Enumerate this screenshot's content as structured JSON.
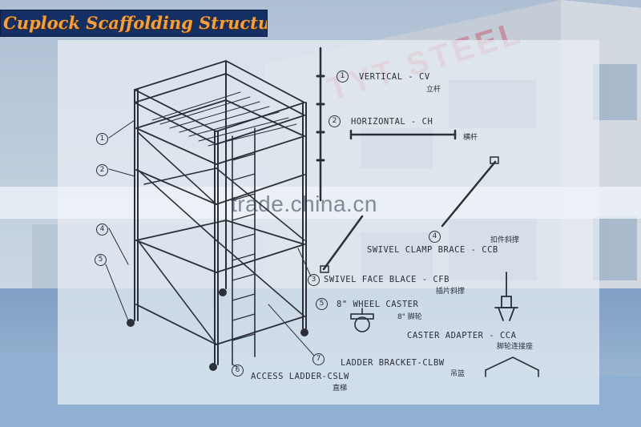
{
  "header": {
    "title": "Cuplock Scaffolding Structure"
  },
  "background": {
    "building_sign": "TYT STEEL"
  },
  "watermark": {
    "text": "trade.china.cn"
  },
  "components": [
    {
      "number": "1",
      "label": "VERTICAL - CV",
      "chinese": "立杆"
    },
    {
      "number": "2",
      "label": "HORIZONTAL - CH",
      "chinese": "横杆"
    },
    {
      "number": "3",
      "label": "SWIVEL FACE BLACE - CFB",
      "chinese": "插片斜撑"
    },
    {
      "number": "4",
      "label": "SWIVEL CLAMP BRACE - CCB",
      "chinese": "扣件斜撑"
    },
    {
      "number": "5",
      "label": "8\" WHEEL CASTER",
      "chinese": "8\" 脚轮"
    },
    {
      "number": "6",
      "label": "ACCESS LADDER-CSLW",
      "chinese": "直梯"
    },
    {
      "number": "7",
      "label": "LADDER BRACKET-CLBW",
      "chinese": "吊篮"
    }
  ],
  "extra_components": [
    {
      "label": "CASTER ADAPTER - CCA",
      "chinese": "脚轮连接座"
    }
  ],
  "colors": {
    "title_bg": "#142f63",
    "title_text": "#f0a040",
    "line": "#2a2f3a"
  }
}
